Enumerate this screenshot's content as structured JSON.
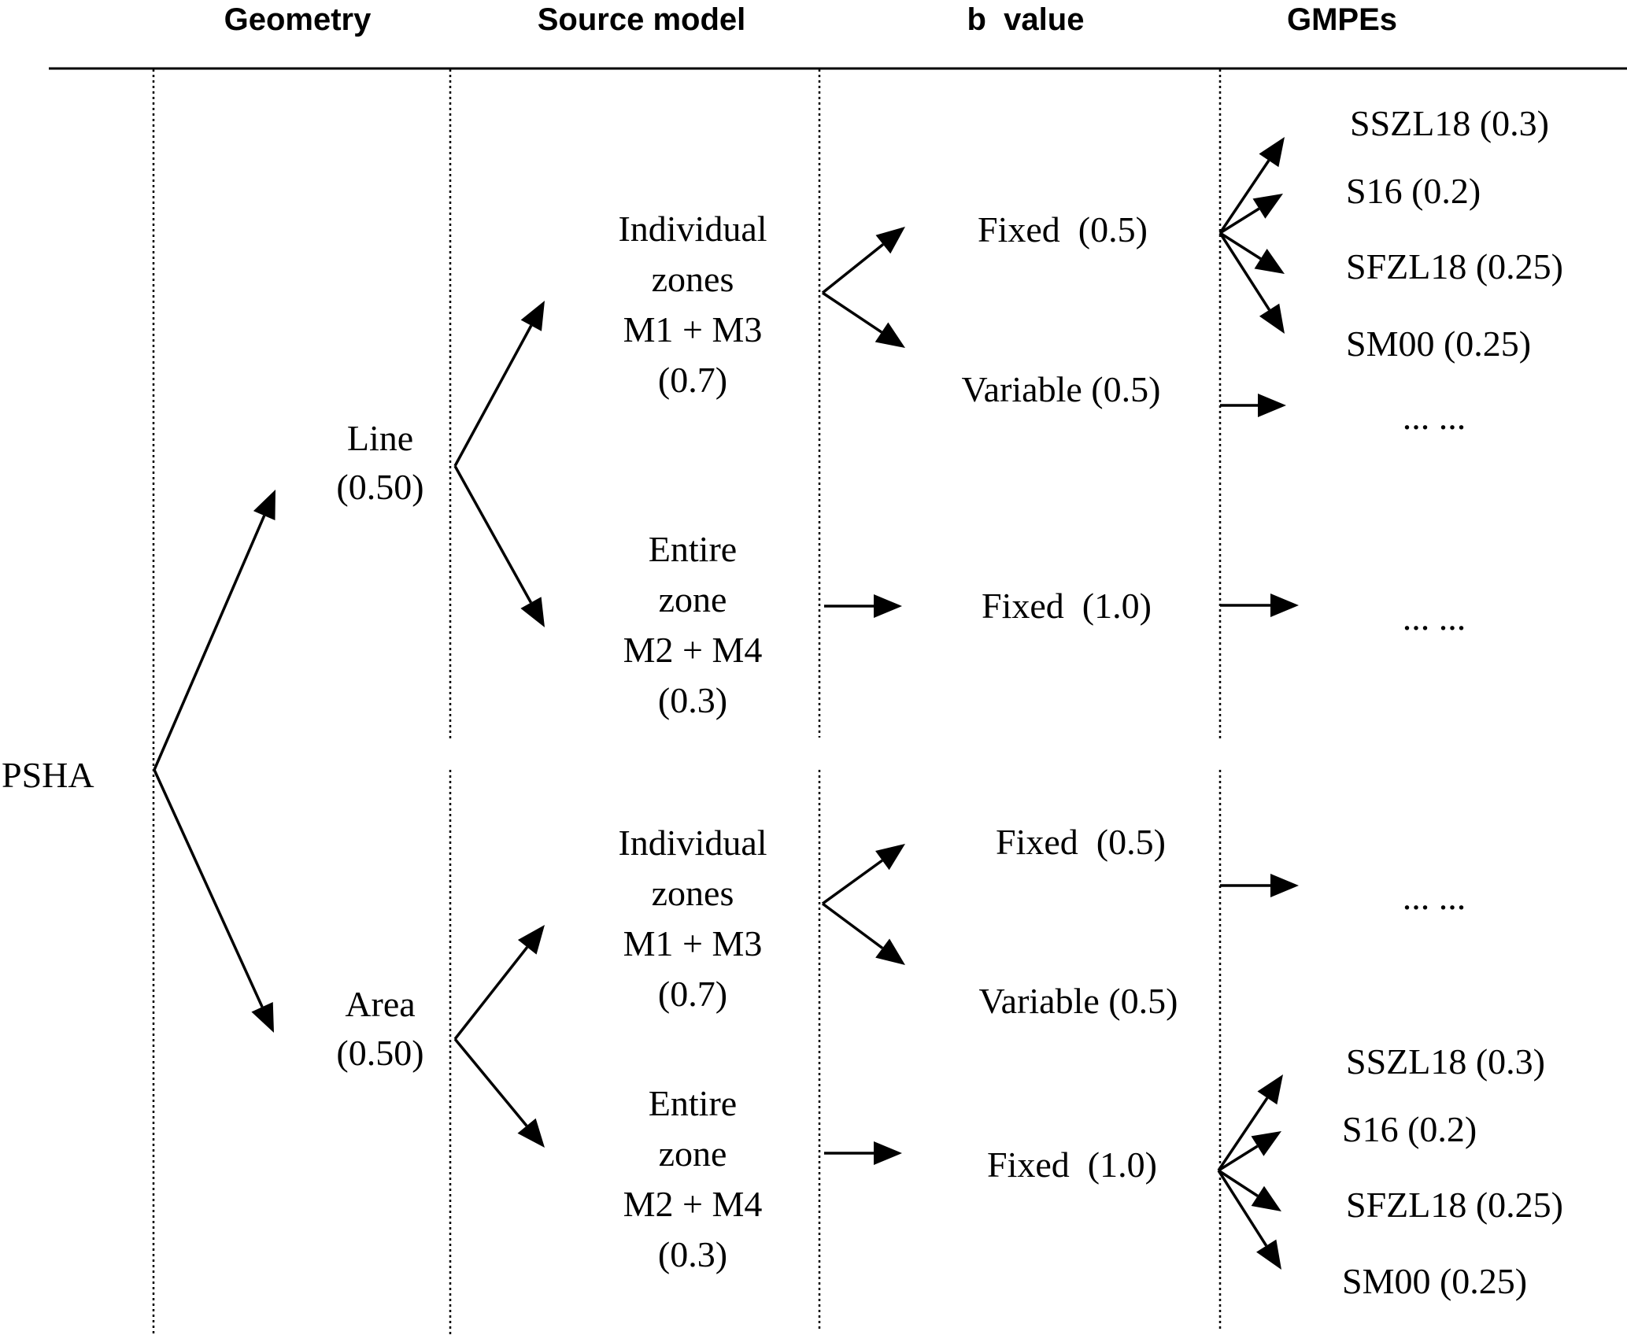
{
  "headers": {
    "geometry": "Geometry",
    "source_model": "Source model",
    "b_value": "b  value",
    "gmpes": "GMPEs"
  },
  "root": "PSHA",
  "geometry": {
    "line": {
      "name": "Line",
      "weight": "(0.50)"
    },
    "area": {
      "name": "Area",
      "weight": "(0.50)"
    }
  },
  "source_models": {
    "line_individual": {
      "l1": "Individual",
      "l2": "zones",
      "l3": "M1 + M3",
      "weight": "(0.7)"
    },
    "line_entire": {
      "l1": "Entire",
      "l2": "zone",
      "l3": "M2 + M4",
      "weight": "(0.3)"
    },
    "area_individual": {
      "l1": "Individual",
      "l2": "zones",
      "l3": "M1 + M3",
      "weight": "(0.7)"
    },
    "area_entire": {
      "l1": "Entire",
      "l2": "zone",
      "l3": "M2 + M4",
      "weight": "(0.3)"
    }
  },
  "b_values": {
    "line_ind_fixed": "Fixed  (0.5)",
    "line_ind_variable": "Variable (0.5)",
    "line_ent_fixed": "Fixed  (1.0)",
    "area_ind_fixed": "Fixed  (0.5)",
    "area_ind_variable": "Variable (0.5)",
    "area_ent_fixed": "Fixed  (1.0)"
  },
  "gmpes": {
    "top": [
      "SSZL18 (0.3)",
      "S16 (0.2)",
      "SFZL18 (0.25)",
      "SM00 (0.25)"
    ],
    "bottom": [
      "SSZL18 (0.3)",
      "S16 (0.2)",
      "SFZL18 (0.25)",
      "SM00 (0.25)"
    ],
    "ellipsis": "... ..."
  }
}
